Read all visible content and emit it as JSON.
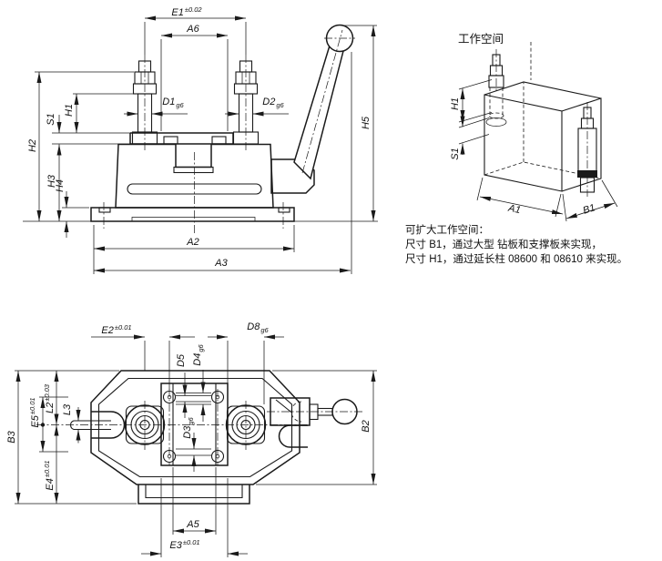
{
  "front_view": {
    "e1": "E1",
    "e1_tol": "±0.02",
    "a6": "A6",
    "h2": "H2",
    "s1": "S1",
    "h1": "H1",
    "h3": "H3",
    "h4": "H4",
    "h5": "H5",
    "d1": "D1",
    "d1_sub": "g6",
    "d2": "D2",
    "d2_sub": "g6",
    "a2": "A2",
    "a3": "A3"
  },
  "workspace_view": {
    "title": "工作空间",
    "h1": "H1",
    "s1": "S1",
    "a1": "A1",
    "b1": "B1"
  },
  "note": {
    "line1": "可扩大工作空间：",
    "line2": "尺寸 B1，通过大型 钻板和支撑板来实现，",
    "line3": "尺寸 H1，通过延长柱 08600 和 08610 来实现。"
  },
  "top_view": {
    "e2": "E2",
    "e2_tol": "±0.01",
    "d8": "D8",
    "d8_sub": "g6",
    "d5": "D5",
    "d4": "D4",
    "d4_sub": "g6",
    "d3": "D3",
    "d3_sub": "g6",
    "b3": "B3",
    "l2": "L2",
    "l2_tol": "±0.03",
    "l3": "L3",
    "e5": "E5",
    "e5_tol": "±0.01",
    "e4": "E4",
    "e4_tol": "±0.01",
    "b2": "B2",
    "a5": "A5",
    "e3": "E3",
    "e3_tol": "±0.01"
  },
  "colors": {
    "line": "#1a1a1a",
    "background": "#ffffff"
  }
}
